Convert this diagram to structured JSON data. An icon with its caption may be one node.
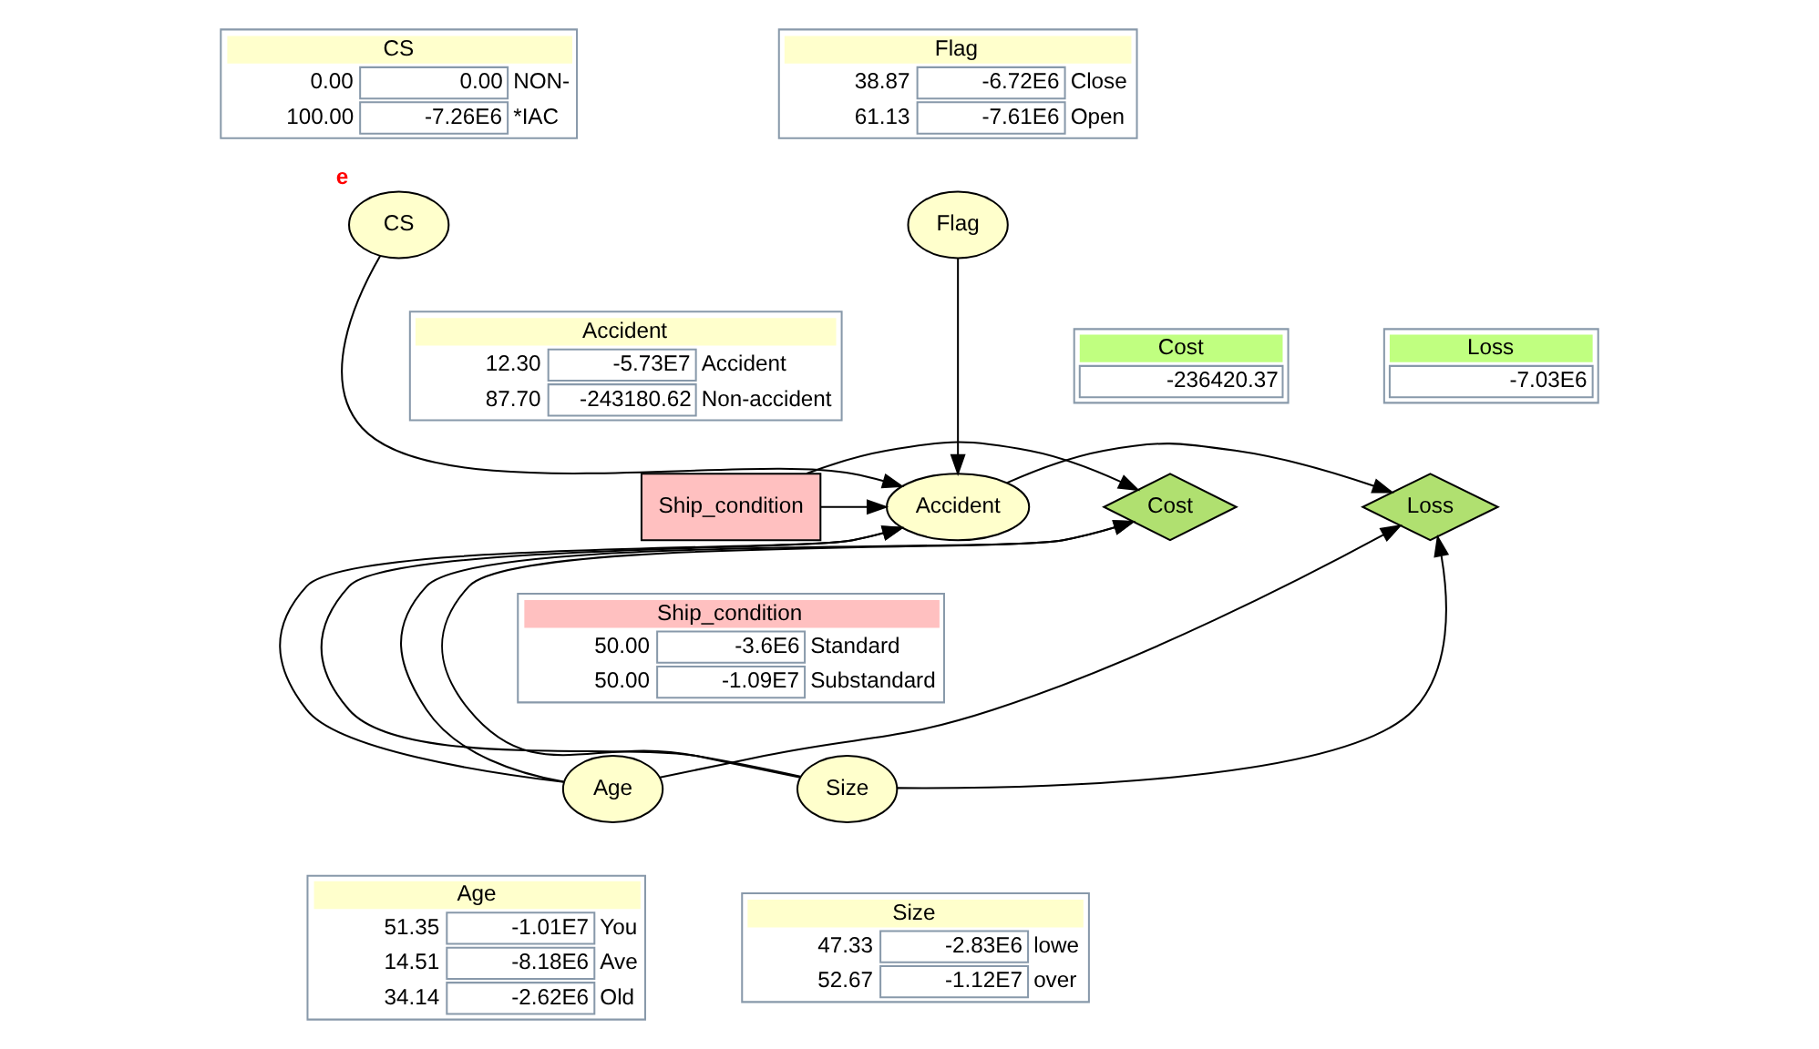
{
  "diagram": {
    "nodes": [
      {
        "text": [
          "CS",
          "0.00",
          "0.00",
          "NON-",
          "100.00",
          "-7.26E6",
          "*IAC"
        ]
      },
      {
        "text": [
          "Flag",
          "38.87",
          "-6.72E6",
          "Close",
          "61.13",
          "-7.61E6",
          "Open"
        ]
      },
      {
        "text": [
          "CS"
        ],
        "beside": [
          "e"
        ]
      },
      {
        "text": [
          "Flag"
        ]
      },
      {
        "text": [
          "Accident",
          "12.30",
          "-5.73E7",
          "Accident",
          "87.70",
          "-243180.62",
          "Non-accident"
        ]
      },
      {
        "text": [
          "Cost",
          "-236420.37"
        ]
      },
      {
        "text": [
          "Loss",
          "-7.03E6"
        ]
      },
      {
        "text": [
          "Cost"
        ]
      },
      {
        "text": [
          "Ship_condition"
        ]
      },
      {
        "text": [
          "Accident"
        ]
      },
      {
        "text": [
          "Loss"
        ]
      },
      {
        "text": [
          "Ship_condition",
          "50.00",
          "-3.6E6",
          "Standard",
          "50.00",
          "-1.09E7",
          "Substandard"
        ]
      },
      {
        "text": [
          "Age"
        ]
      },
      {
        "text": [
          "Size"
        ]
      },
      {
        "text": [
          "Age",
          "51.35",
          "-1.01E7",
          "You",
          "14.51",
          "-8.18E6",
          "Ave",
          "34.14",
          "-2.62E6",
          "Old"
        ]
      },
      {
        "text": [
          "Size",
          "47.33",
          "-2.83E6",
          "lowe",
          "52.67",
          "-1.12E7",
          "over"
        ]
      }
    ],
    "edges": [
      {
        "from": 2,
        "to": 9,
        "arrow": "to"
      },
      {
        "from": 3,
        "to": 9,
        "arrow": "to"
      },
      {
        "from": 8,
        "to": 7,
        "arrow": "to"
      },
      {
        "from": 8,
        "to": 9,
        "arrow": "to"
      },
      {
        "from": 12,
        "to": 7,
        "arrow": "to"
      },
      {
        "from": 13,
        "to": 7,
        "arrow": "to"
      },
      {
        "from": 12,
        "to": 9,
        "arrow": "to"
      },
      {
        "from": 13,
        "to": 9,
        "arrow": "to"
      },
      {
        "from": 9,
        "to": 10,
        "arrow": "to"
      },
      {
        "from": 12,
        "to": 10,
        "arrow": "to"
      },
      {
        "from": 13,
        "to": 10,
        "arrow": "to"
      }
    ]
  }
}
